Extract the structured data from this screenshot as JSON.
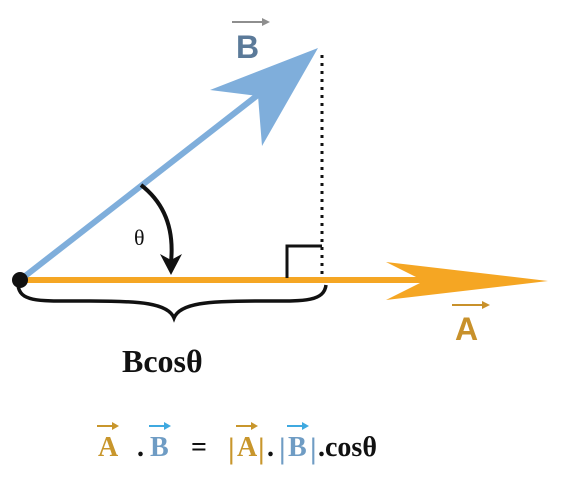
{
  "labels": {
    "vector_b": "B",
    "vector_a": "A",
    "angle": "θ",
    "projection": "Bcosθ"
  },
  "formula": {
    "a": "A",
    "dot": ".",
    "b": "B",
    "equals": "=",
    "bar": "|",
    "mid_dot": ".",
    "cos": ".cosθ"
  },
  "colors": {
    "vector_a": "#F5A623",
    "vector_a_label": "#C8912B",
    "vector_b": "#7FAEDB",
    "vector_b_label": "#5B7A99",
    "formula_a": "#C8962C",
    "formula_b": "#6F9CC4",
    "arrow_a_over": "#C8962C",
    "arrow_b_over": "#3FA9E0",
    "ink": "#111111"
  }
}
